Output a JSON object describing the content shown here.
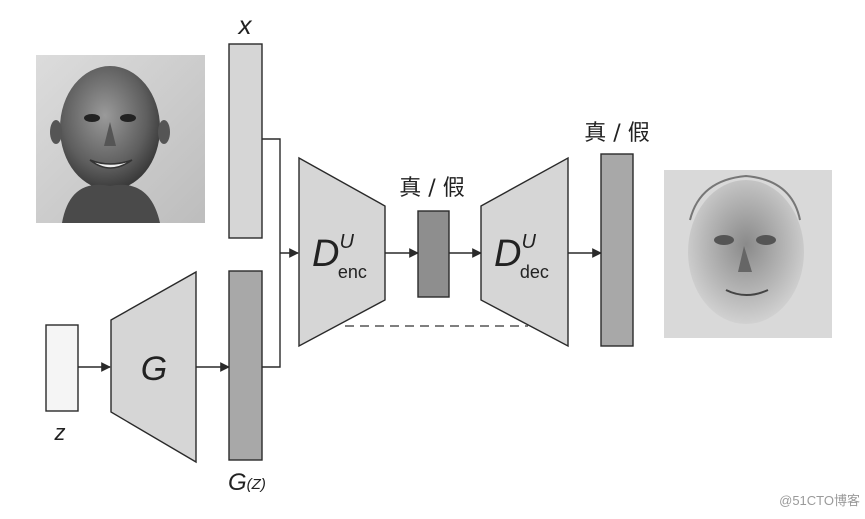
{
  "labels": {
    "x": "x",
    "z": "z",
    "g_net": "G",
    "g_out_main": "G",
    "g_out_arg": "(Z)",
    "d_enc_main": "D",
    "d_enc_sup": "U",
    "d_enc_sub": "enc",
    "d_dec_main": "D",
    "d_dec_sup": "U",
    "d_dec_sub": "dec",
    "real_fake_mid": "真 / 假",
    "real_fake_out": "真 / 假"
  },
  "watermark": "@51CTO博客",
  "colors": {
    "block_light": "#d6d6d6",
    "block_medium": "#a8a8a8",
    "block_dark": "#8e8e8e",
    "stroke": "#2a2a2a",
    "z_box": "#f5f5f5"
  }
}
